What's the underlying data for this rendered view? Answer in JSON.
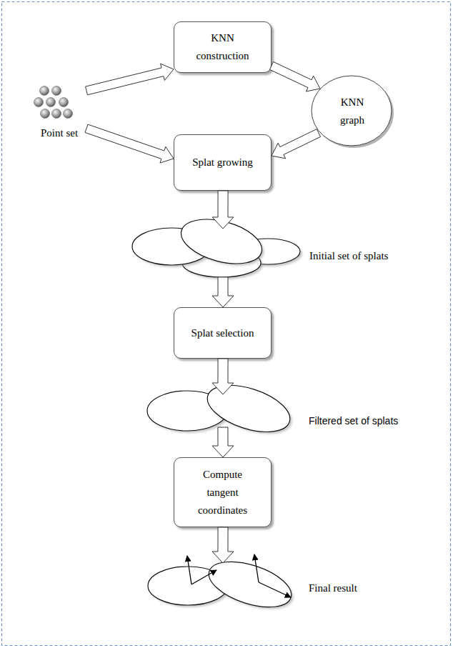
{
  "diagram": {
    "nodes": [
      {
        "text": [
          "Point set"
        ]
      },
      {
        "text": [
          "KNN construction"
        ]
      },
      {
        "text": [
          "KNN graph"
        ]
      },
      {
        "text": [
          "Splat growing"
        ]
      },
      {
        "text": [
          "Initial set of splats"
        ]
      },
      {
        "text": [
          "Splat selection"
        ]
      },
      {
        "text": [
          "Filtered set of splats"
        ]
      },
      {
        "text": [
          "Compute tangent coordinates"
        ]
      },
      {
        "text": [
          "Final result"
        ]
      }
    ],
    "edges": [
      {
        "from": 0,
        "to": 1,
        "arrow": "to"
      },
      {
        "from": 1,
        "to": 2,
        "arrow": "to"
      },
      {
        "from": 0,
        "to": 3,
        "arrow": "to"
      },
      {
        "from": 2,
        "to": 3,
        "arrow": "to"
      },
      {
        "from": 3,
        "to": 4,
        "arrow": "to"
      },
      {
        "from": 4,
        "to": 5,
        "arrow": "to"
      },
      {
        "from": 5,
        "to": 6,
        "arrow": "to"
      },
      {
        "from": 6,
        "to": 7,
        "arrow": "to"
      },
      {
        "from": 7,
        "to": 8,
        "arrow": "to"
      }
    ]
  }
}
